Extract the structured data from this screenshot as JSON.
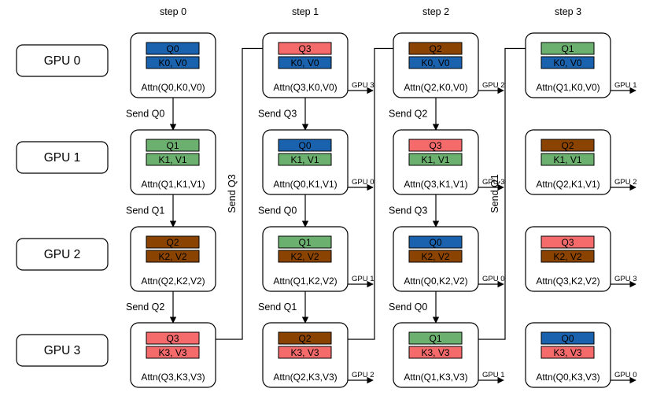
{
  "steps": [
    "step 0",
    "step 1",
    "step 2",
    "step 3"
  ],
  "gpus": [
    "GPU 0",
    "GPU 1",
    "GPU 2",
    "GPU 3"
  ],
  "colors": {
    "q0": "#1a62ad",
    "q1": "#6bb06f",
    "q2": "#8a4300",
    "q3": "#f56b6b",
    "box_border": "#000000",
    "line": "#000000"
  },
  "kv": [
    "K0, V0",
    "K1, V1",
    "K2, V2",
    "K3, V3"
  ],
  "schedule": [
    [
      0,
      1,
      2,
      3
    ],
    [
      3,
      0,
      1,
      2
    ],
    [
      2,
      3,
      0,
      1
    ],
    [
      1,
      2,
      3,
      0
    ]
  ],
  "q_labels": [
    "Q0",
    "Q1",
    "Q2",
    "Q3"
  ],
  "attn_labels": [
    [
      "Attn(Q0,K0,V0)",
      "Attn(Q1,K1,V1)",
      "Attn(Q2,K2,V2)",
      "Attn(Q3,K3,V3)"
    ],
    [
      "Attn(Q3,K0,V0)",
      "Attn(Q0,K1,V1)",
      "Attn(Q1,K2,V2)",
      "Attn(Q2,K3,V3)"
    ],
    [
      "Attn(Q2,K0,V0)",
      "Attn(Q3,K1,V1)",
      "Attn(Q0,K2,V2)",
      "Attn(Q1,K3,V3)"
    ],
    [
      "Attn(Q1,K0,V0)",
      "Attn(Q2,K1,V1)",
      "Attn(Q3,K2,V2)",
      "Attn(Q0,K3,V3)"
    ]
  ],
  "send_labels": [
    [
      "Send Q0",
      "Send Q1",
      "Send Q2",
      "Send Q3"
    ],
    [
      "Send Q3",
      "Send Q0",
      "Send Q1"
    ],
    [
      "Send Q2",
      "Send Q3",
      "Send Q0",
      "Send Q1"
    ]
  ],
  "output_labels": [
    [
      "GPU 3",
      "GPU 0",
      "GPU 1",
      "GPU 2"
    ],
    [
      "GPU 2",
      "GPU 3",
      "GPU 0",
      "GPU 1"
    ],
    [
      "GPU 1",
      "GPU 2",
      "GPU 3",
      "GPU 0"
    ]
  ]
}
